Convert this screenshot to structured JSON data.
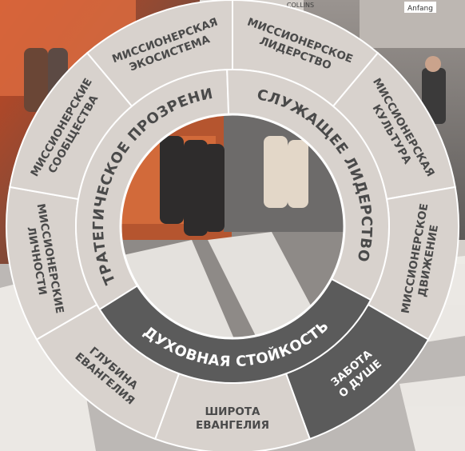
{
  "colors": {
    "segment_light": "#d8d2cd",
    "segment_dark": "#5b5b5b",
    "divider": "#ffffff",
    "text_dark": "#4a4a4a",
    "text_light": "#ffffff",
    "photo_accent": "#d9552a"
  },
  "signs": {
    "top_left": "Anfang",
    "top_sign": "COLLINS"
  },
  "outer_ring": [
    {
      "lines": [
        "Миссионерская",
        "экосистема"
      ],
      "shade": "light"
    },
    {
      "lines": [
        "Миссионерское",
        "лидерство"
      ],
      "shade": "light"
    },
    {
      "lines": [
        "Миссионерская",
        "культура"
      ],
      "shade": "light"
    },
    {
      "lines": [
        "Миссионерское",
        "движение"
      ],
      "shade": "light"
    },
    {
      "lines": [
        "Забота",
        "о душе"
      ],
      "shade": "dark"
    },
    {
      "lines": [
        "Широта",
        "Евангелия"
      ],
      "shade": "light"
    },
    {
      "lines": [
        "Глубина",
        "Евангелия"
      ],
      "shade": "light"
    },
    {
      "lines": [
        "Миссионерские",
        "личности"
      ],
      "shade": "light"
    },
    {
      "lines": [
        "Миссионерские",
        "сообщества"
      ],
      "shade": "light"
    }
  ],
  "inner_ring": [
    {
      "label": "Стратегическое прозрение",
      "shade": "light"
    },
    {
      "label": "Служащее лидерство",
      "shade": "light"
    },
    {
      "label": "Духовная стойкость",
      "shade": "dark"
    }
  ]
}
